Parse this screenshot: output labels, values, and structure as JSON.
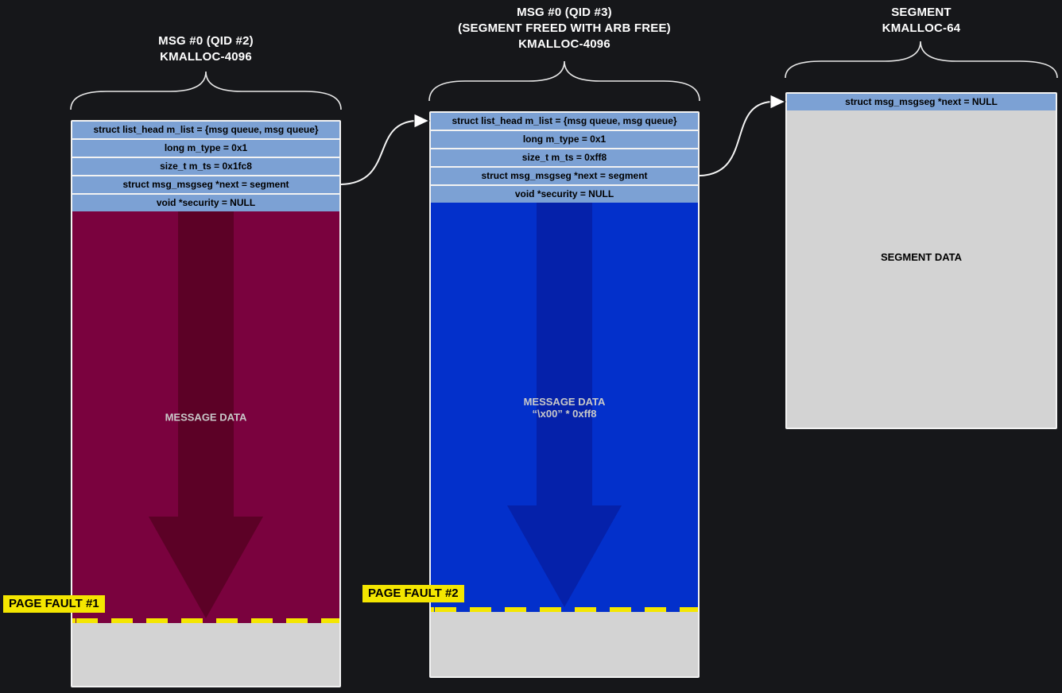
{
  "diagram_title": "msg_msg arbitrary-free heap exploitation stages",
  "colors": {
    "bg": "#16171A",
    "row-blue": "#7CA1D4",
    "row-border": "#F2F2F2",
    "maroon-body": "#7A023E",
    "maroon-arrow": "#5C0126",
    "blue-body": "#0330CB",
    "blue-arrow": "#0521AA",
    "gray-body": "#D3D3D3",
    "yellow": "#F4E600",
    "title-text": "#FFFFFF",
    "data-text": "#C9C9C9",
    "line": "#E8E8E8"
  },
  "columns": [
    {
      "title_line1": "MSG #0 (QID #2)",
      "title_line2": "KMALLOC-4096",
      "fields": [
        "struct list_head m_list = {msg queue, msg queue}",
        "long m_type = 0x1",
        "size_t m_ts = 0x1fc8",
        "struct msg_msgseg *next = segment",
        "void *security = NULL"
      ],
      "body_label_line1": "MESSAGE DATA",
      "page_fault_label": "PAGE FAULT #1"
    },
    {
      "title_line1": "MSG #0 (QID #3)",
      "title_line2": "(SEGMENT FREED WITH ARB FREE)",
      "title_line3": "KMALLOC-4096",
      "fields": [
        "struct list_head m_list = {msg queue, msg queue}",
        "long m_type = 0x1",
        "size_t m_ts = 0xff8",
        "struct msg_msgseg *next = segment",
        "void *security = NULL"
      ],
      "body_label_line1": "MESSAGE DATA",
      "body_label_line2": "“\\x00” * 0xff8",
      "page_fault_label": "PAGE FAULT #2"
    },
    {
      "title_line1": "SEGMENT",
      "title_line2": "KMALLOC-64",
      "fields": [
        "struct msg_msgseg *next = NULL"
      ],
      "body_label_line1": "SEGMENT DATA"
    }
  ]
}
